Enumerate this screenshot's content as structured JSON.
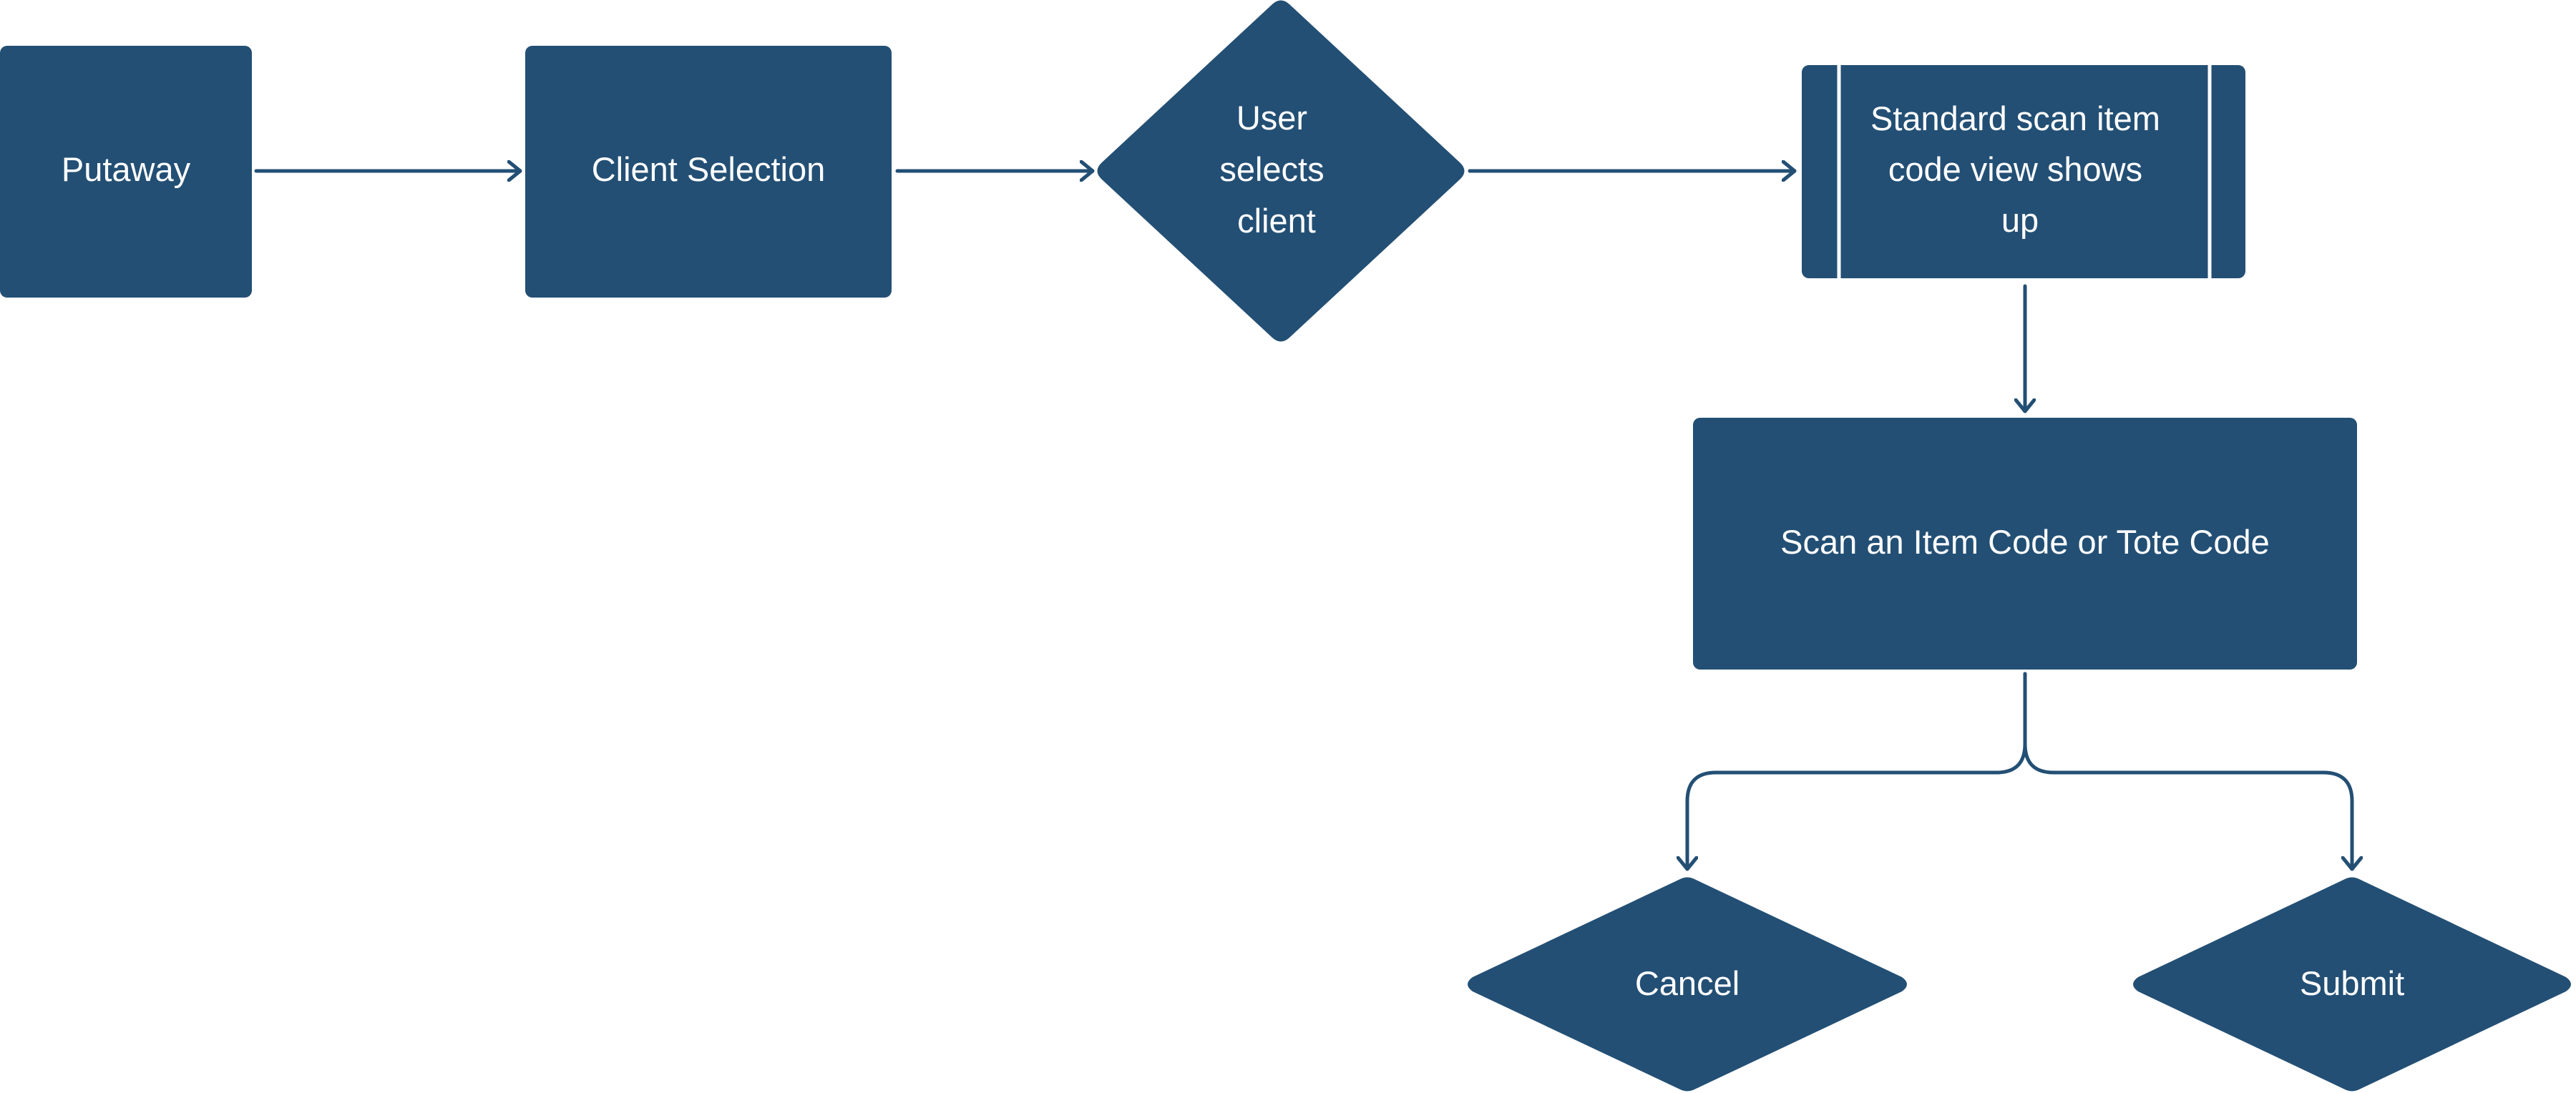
{
  "colors": {
    "node_fill": "#234F74",
    "edge_stroke": "#234F74",
    "text": "#FFFFFF",
    "background": "#FFFFFF"
  },
  "nodes": {
    "putaway": {
      "shape": "rounded-rectangle",
      "lines": [
        "Putaway"
      ]
    },
    "client_selection": {
      "shape": "rounded-rectangle",
      "lines": [
        "Client Selection"
      ]
    },
    "user_selects_client": {
      "shape": "diamond",
      "lines": [
        "User",
        "selects",
        "client"
      ]
    },
    "standard_scan_view": {
      "shape": "predefined-process",
      "lines": [
        "Standard scan item",
        "code view shows",
        "up"
      ]
    },
    "scan_code": {
      "shape": "rounded-rectangle",
      "lines": [
        "Scan an Item Code or Tote Code"
      ]
    },
    "cancel": {
      "shape": "diamond",
      "lines": [
        "Cancel"
      ]
    },
    "submit": {
      "shape": "diamond",
      "lines": [
        "Submit"
      ]
    }
  },
  "edges": [
    {
      "from": "putaway",
      "to": "client_selection"
    },
    {
      "from": "client_selection",
      "to": "user_selects_client"
    },
    {
      "from": "user_selects_client",
      "to": "standard_scan_view"
    },
    {
      "from": "standard_scan_view",
      "to": "scan_code"
    },
    {
      "from": "scan_code",
      "to": "cancel"
    },
    {
      "from": "scan_code",
      "to": "submit"
    }
  ]
}
